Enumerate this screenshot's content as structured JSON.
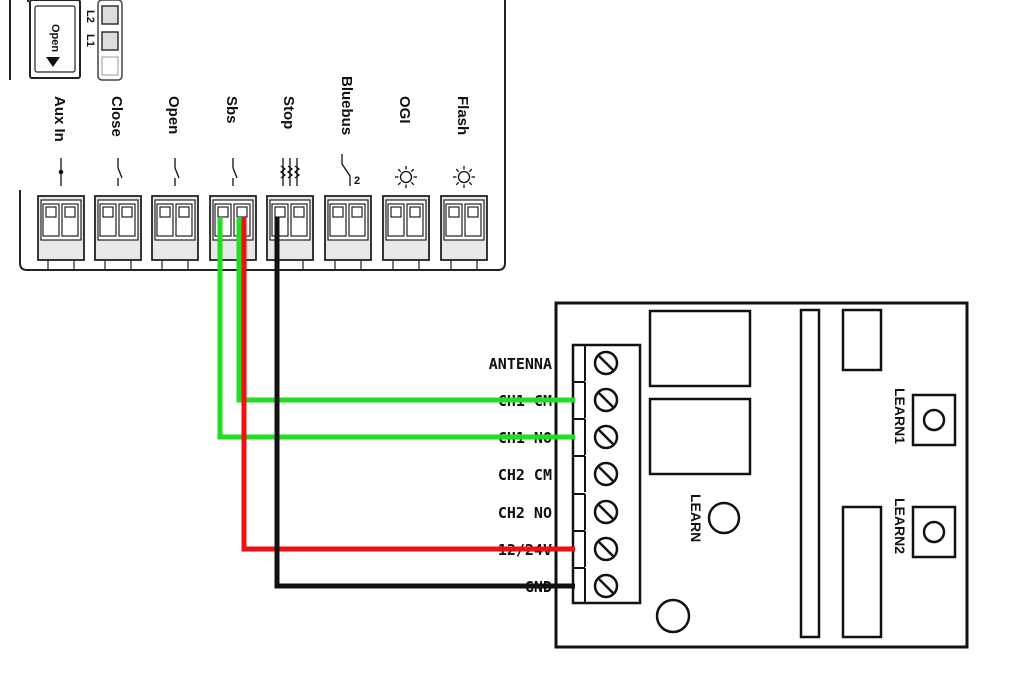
{
  "controller": {
    "open_button_label": "Open",
    "led_labels": [
      "L2",
      "L1"
    ],
    "terminals": [
      {
        "label": "Aux In",
        "symbol": "contact"
      },
      {
        "label": "Close",
        "symbol": "switch"
      },
      {
        "label": "Open",
        "symbol": "switch"
      },
      {
        "label": "Sbs",
        "symbol": "switch"
      },
      {
        "label": "Stop",
        "symbol": "resistor-switch"
      },
      {
        "label": "Bluebus",
        "symbol": "bus"
      },
      {
        "label": "OGI",
        "symbol": "lamp-icon"
      },
      {
        "label": "Flash",
        "symbol": "lamp-icon"
      }
    ],
    "bluebus_superscript": "2"
  },
  "receiver": {
    "terminals": [
      "ANTENNA",
      "CH1 CM",
      "CH1 NO",
      "CH2 CM",
      "CH2 NO",
      "12/24V",
      "GND"
    ],
    "learn_labels": [
      "LEARN1",
      "LEARN",
      "LEARN2"
    ]
  },
  "wires": [
    {
      "from": "Sbs terminal 1",
      "to": "CH1 NO",
      "color": "#22dd22"
    },
    {
      "from": "Sbs terminal 2",
      "to": "CH1 CM",
      "color": "#22dd22"
    },
    {
      "from": "Sbs terminal 2",
      "to": "12/24V",
      "color": "#ee1111"
    },
    {
      "from": "Stop terminal 1",
      "to": "GND",
      "color": "#111111"
    }
  ]
}
